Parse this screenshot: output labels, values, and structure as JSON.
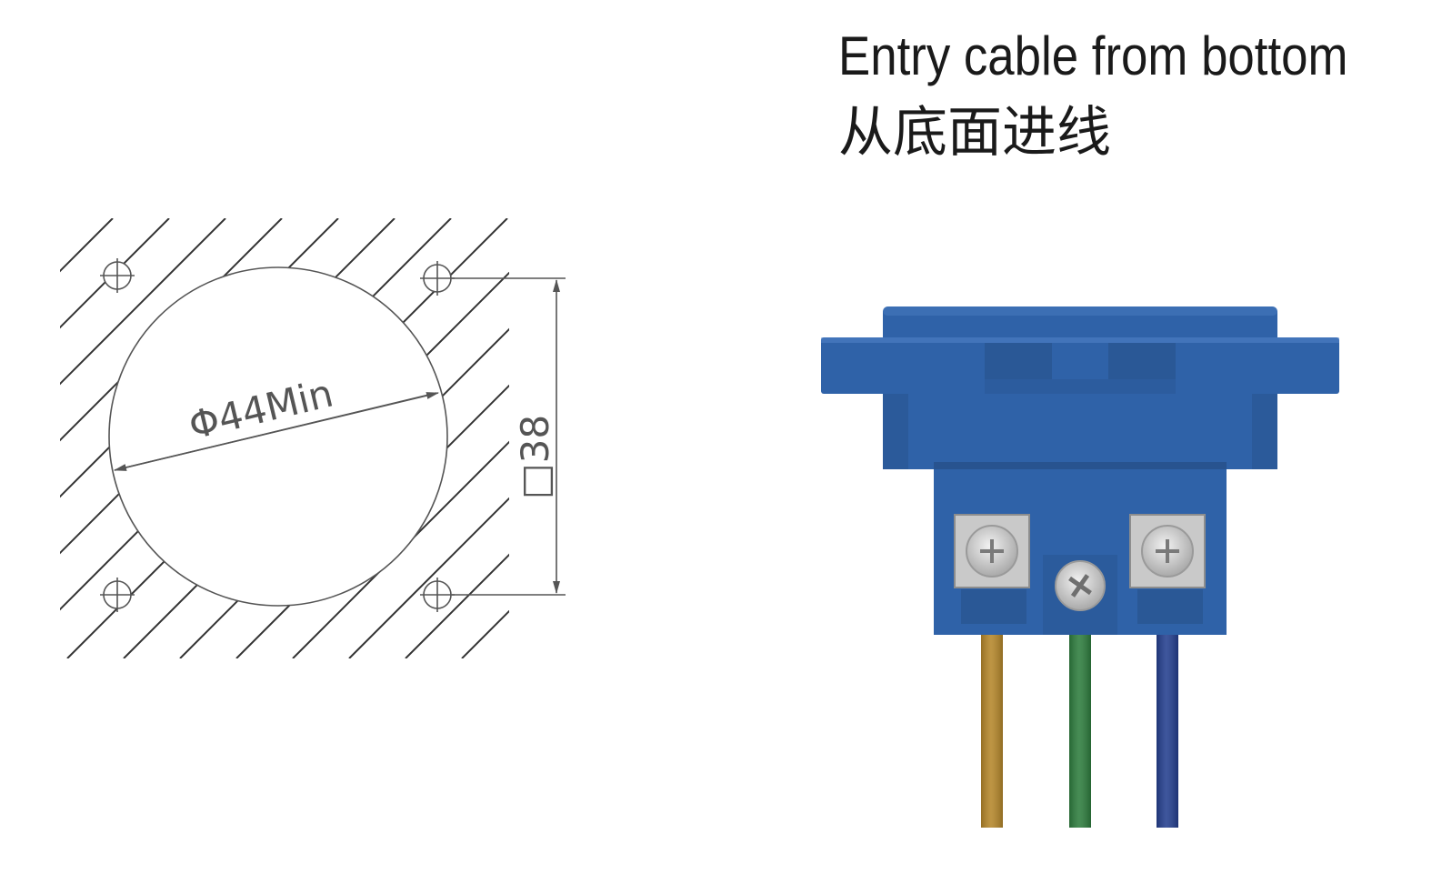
{
  "title": {
    "english": "Entry cable from bottom",
    "chinese": "从底面进线"
  },
  "cutout_drawing": {
    "diameter_label": "Φ44Min",
    "square_label": "□38"
  },
  "socket": {
    "body_color": "#2f62a8",
    "wire_colors": [
      "#b5872a",
      "#2e7d3e",
      "#243f8f"
    ]
  }
}
